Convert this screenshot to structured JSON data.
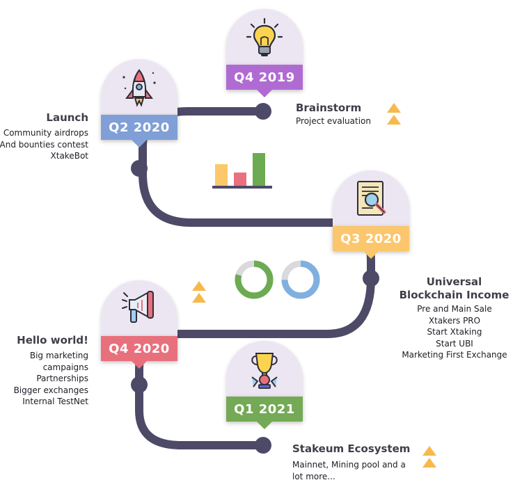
{
  "milestones": [
    {
      "id": "q4-2019",
      "quarter": "Q4 2019",
      "color": "#b06bd3",
      "title": "Brainstorm",
      "items": [
        "Project evaluation"
      ]
    },
    {
      "id": "q2-2020",
      "quarter": "Q2 2020",
      "color": "#7f9fd6",
      "title": "Launch",
      "items": [
        "Community airdrops",
        "And bounties contest",
        "XtakeBot"
      ]
    },
    {
      "id": "q3-2020",
      "quarter": "Q3 2020",
      "color": "#fcc66c",
      "title": "Universal Blockchain Income",
      "items": [
        "Pre and Main Sale",
        "Xtakers PRO",
        "Start Xtaking",
        "Start UBI",
        "Marketing First Exchange"
      ]
    },
    {
      "id": "q4-2020",
      "quarter": "Q4 2020",
      "color": "#e8707d",
      "title": "Hello world!",
      "items": [
        "Big marketing",
        "campaigns",
        "Partnerships",
        "Bigger exchanges",
        "Internal TestNet"
      ]
    },
    {
      "id": "q1-2021",
      "quarter": "Q1 2021",
      "color": "#74a955",
      "title": "Stakeum Ecosystem",
      "items": [
        "Mainnet, Mining pool and a",
        "lot more..."
      ]
    }
  ],
  "icons": [
    "lightbulb-icon",
    "rocket-icon",
    "document-search-icon",
    "megaphone-icon",
    "trophy-icon",
    "bar-chart-icon",
    "donut-chart-icon",
    "chevron-up-icon"
  ],
  "colors": {
    "road": "#4d4a68",
    "arrow": "#f6b94a",
    "bar_orange": "#fbc86b",
    "bar_red": "#e9707e",
    "bar_green": "#6cab52"
  }
}
